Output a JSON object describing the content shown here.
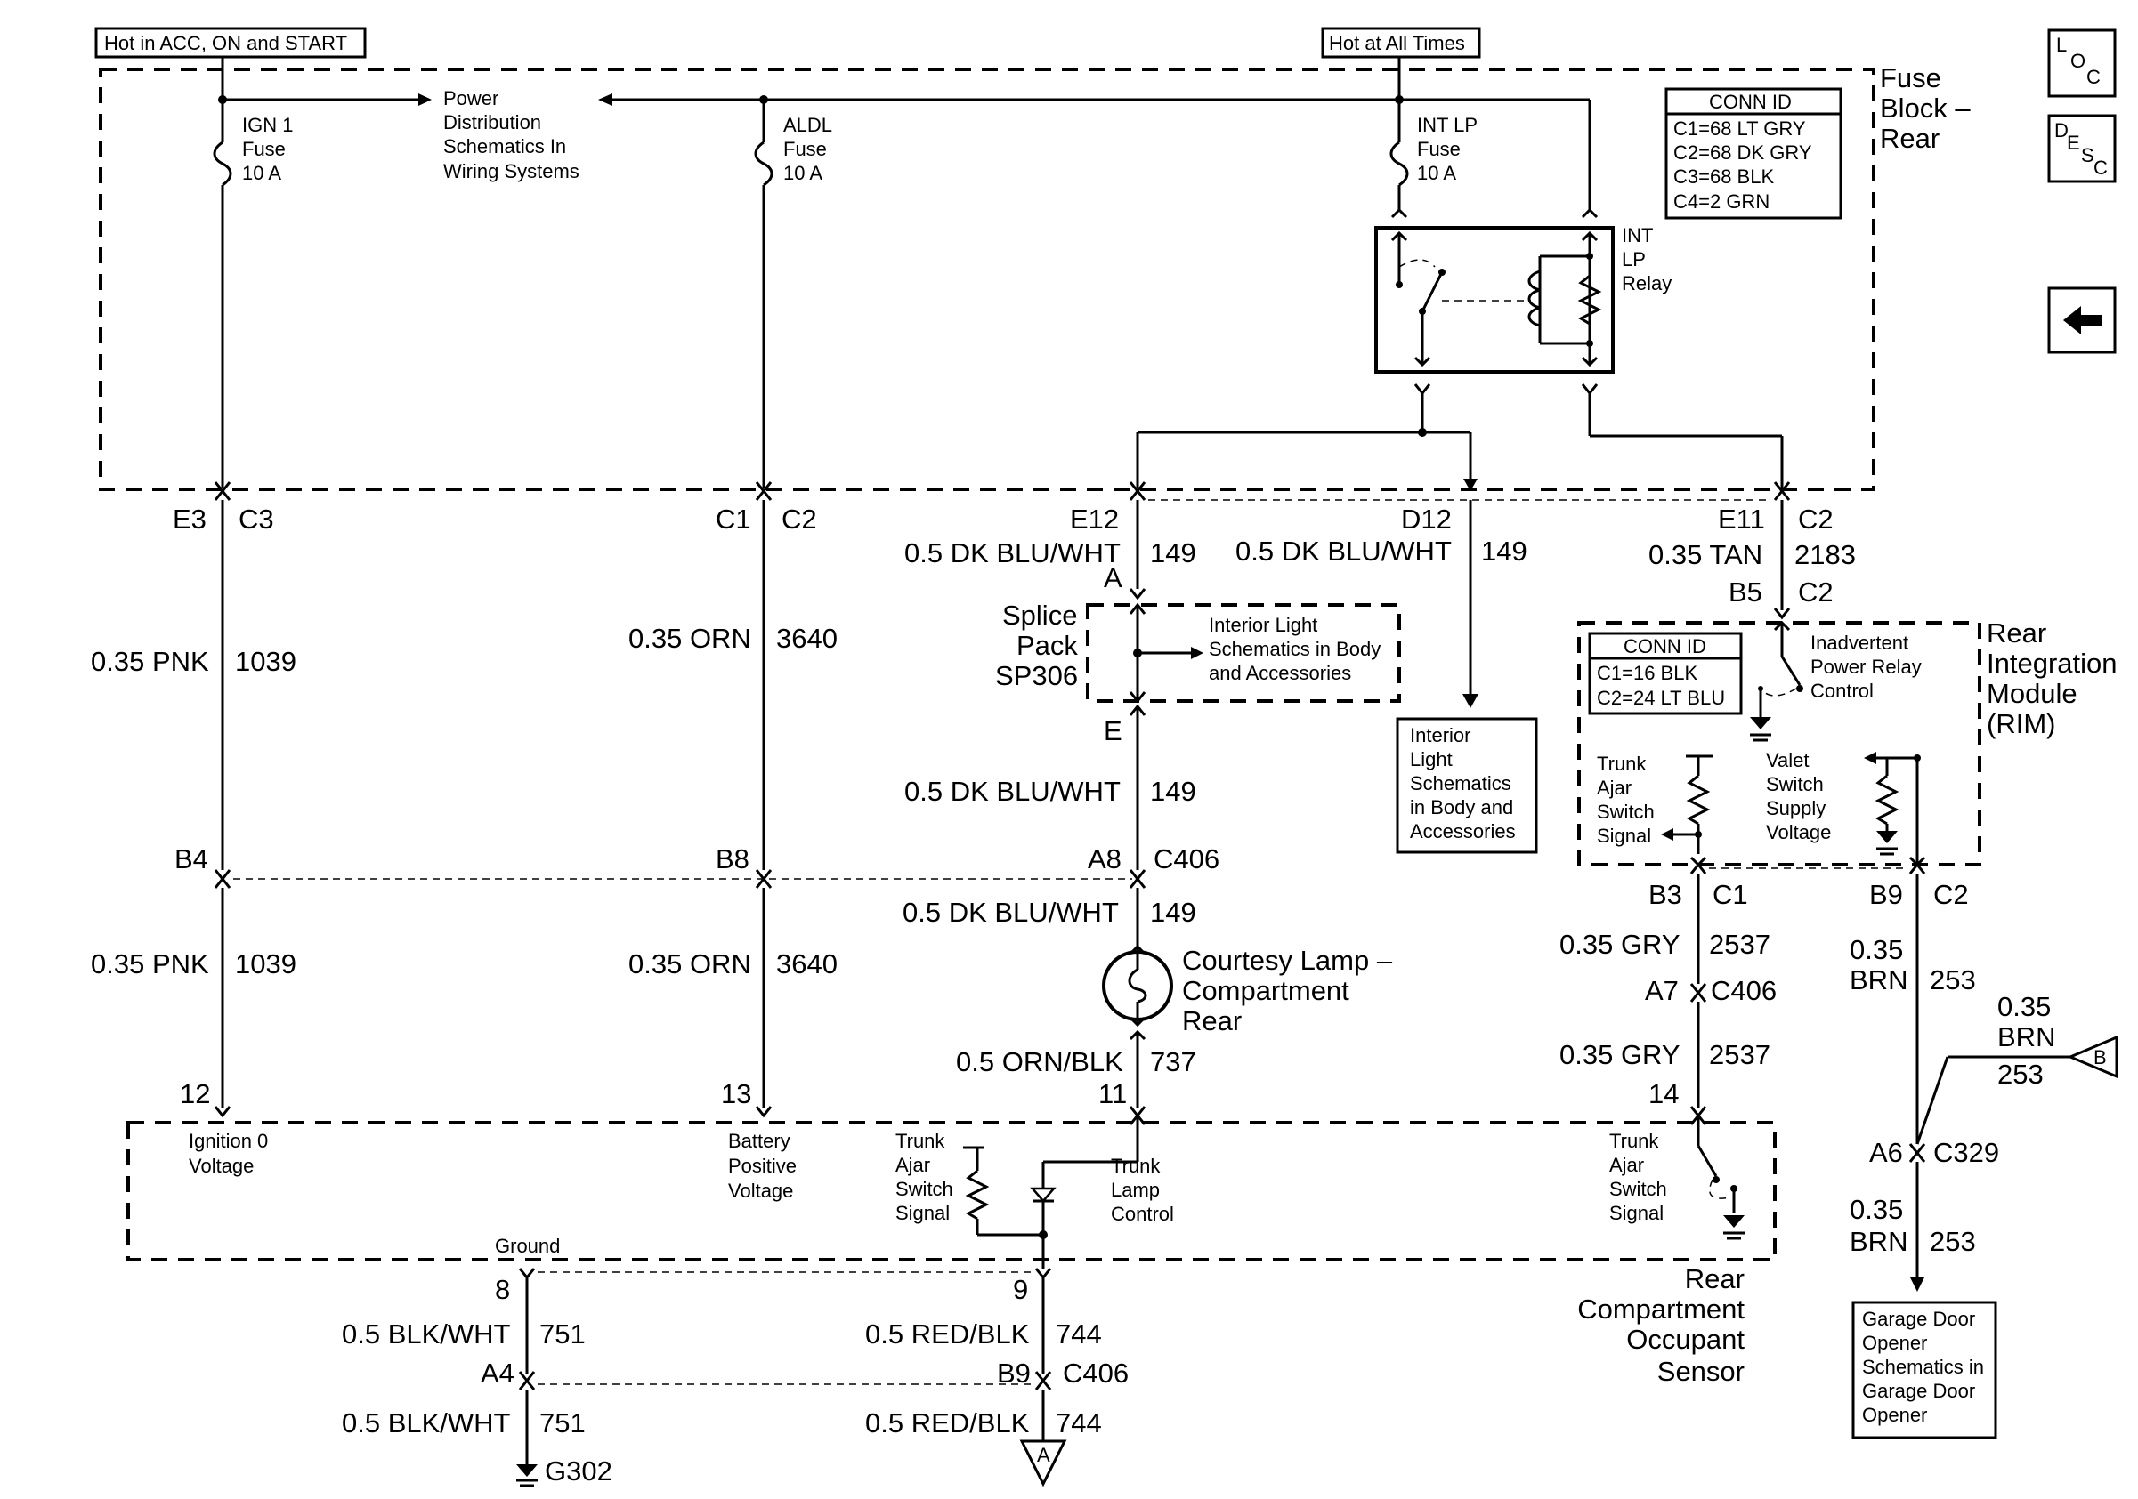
{
  "header": {
    "hot_acc": "Hot in ACC, ON and START",
    "hot_all": "Hot at All Times"
  },
  "nav": {
    "loc": {
      "l": "L",
      "o": "O",
      "c": "C"
    },
    "desc": {
      "d": "D",
      "e": "E",
      "s": "S",
      "c": "C"
    },
    "back_icon": "left-arrow-icon"
  },
  "fuse_block": {
    "title_1": "Fuse",
    "title_2": "Block –",
    "title_3": "Rear",
    "conn_id_title": "CONN ID",
    "conn_ids": [
      "C1=68 LT GRY",
      "C2=68 DK GRY",
      "C3=68 BLK",
      "C4=2 GRN"
    ],
    "ign1": [
      "IGN 1",
      "Fuse",
      "10 A"
    ],
    "aldl": [
      "ALDL",
      "Fuse",
      "10 A"
    ],
    "intlp": [
      "INT LP",
      "Fuse",
      "10 A"
    ],
    "power_dist": [
      "Power",
      "Distribution",
      "Schematics In",
      "Wiring Systems"
    ],
    "relay": [
      "INT",
      "LP",
      "Relay"
    ]
  },
  "connectors": {
    "e3": "E3",
    "c3": "C3",
    "c1": "C1",
    "c2": "C2",
    "e12": "E12",
    "d12": "D12",
    "e11": "E11",
    "c2b": "C2",
    "b4": "B4",
    "b8": "B8",
    "a8": "A8",
    "c406": "C406",
    "a": "A",
    "e": "E",
    "b5": "B5",
    "c2c": "C2",
    "b3": "B3",
    "c1b": "C1",
    "b9": "B9",
    "c2d": "C2",
    "a7": "A7",
    "c406b": "C406",
    "a6": "A6",
    "c329": "C329",
    "p12": "12",
    "p13": "13",
    "p11": "11",
    "p14": "14",
    "p8": "8",
    "p9": "9",
    "a4": "A4",
    "b9b": "B9",
    "c406c": "C406"
  },
  "wires": {
    "pnk_top": {
      "color": "0.35 PNK",
      "circuit": "1039"
    },
    "orn_top": {
      "color": "0.35 ORN",
      "circuit": "3640"
    },
    "pnk_bot": {
      "color": "0.35 PNK",
      "circuit": "1039"
    },
    "orn_bot": {
      "color": "0.35 ORN",
      "circuit": "3640"
    },
    "blu_1": {
      "color": "0.5 DK BLU/WHT",
      "circuit": "149"
    },
    "blu_2": {
      "color": "0.5 DK BLU/WHT",
      "circuit": "149"
    },
    "blu_3": {
      "color": "0.5 DK BLU/WHT",
      "circuit": "149"
    },
    "blu_4": {
      "color": "0.5 DK BLU/WHT",
      "circuit": "149"
    },
    "orn_blk": {
      "color": "0.5 ORN/BLK",
      "circuit": "737"
    },
    "tan": {
      "color": "0.35 TAN",
      "circuit": "2183"
    },
    "gry_1": {
      "color": "0.35 GRY",
      "circuit": "2537"
    },
    "gry_2": {
      "color": "0.35 GRY",
      "circuit": "2537"
    },
    "brn_1": {
      "color_a": "0.35",
      "color_b": "BRN",
      "circuit": "253"
    },
    "brn_2": {
      "color_a": "0.35",
      "color_b": "BRN",
      "circuit": "253"
    },
    "brn_3": {
      "color_a": "0.35",
      "color_b": "BRN",
      "circuit": "253"
    },
    "blk_wht_1": {
      "color": "0.5 BLK/WHT",
      "circuit": "751"
    },
    "blk_wht_2": {
      "color": "0.5 BLK/WHT",
      "circuit": "751"
    },
    "red_blk_1": {
      "color": "0.5 RED/BLK",
      "circuit": "744"
    },
    "red_blk_2": {
      "color": "0.5 RED/BLK",
      "circuit": "744"
    }
  },
  "splice": {
    "name": [
      "Splice",
      "Pack",
      "SP306"
    ],
    "ref": [
      "Interior Light",
      "Schematics in Body",
      "and Accessories"
    ]
  },
  "interior_box": [
    "Interior",
    "Light",
    "Schematics",
    "in Body and",
    "Accessories"
  ],
  "courtesy": [
    "Courtesy Lamp –",
    "Compartment",
    "Rear"
  ],
  "rim": {
    "title": [
      "Rear",
      "Integration",
      "Module",
      "(RIM)"
    ],
    "conn_id_title": "CONN ID",
    "conn_ids": [
      "C1=16 BLK",
      "C2=24 LT BLU"
    ],
    "inadvertent": [
      "Inadvertent",
      "Power Relay",
      "Control"
    ],
    "trunk": [
      "Trunk",
      "Ajar",
      "Switch",
      "Signal"
    ],
    "valet": [
      "Valet",
      "Switch",
      "Supply",
      "Voltage"
    ]
  },
  "sensor": {
    "ign_voltage": [
      "Ignition 0",
      "Voltage"
    ],
    "battery": [
      "Battery",
      "Positive",
      "Voltage"
    ],
    "trunk_left": [
      "Trunk",
      "Ajar",
      "Switch",
      "Signal"
    ],
    "trunk_lamp": [
      "Trunk",
      "Lamp",
      "Control"
    ],
    "trunk_right": [
      "Trunk",
      "Ajar",
      "Switch",
      "Signal"
    ],
    "ground": "Ground",
    "title": [
      "Rear",
      "Compartment",
      "Occupant",
      "Sensor"
    ]
  },
  "ground_id": "G302",
  "refs": {
    "a": "A",
    "b": "B"
  },
  "garage": [
    "Garage Door",
    "Opener",
    "Schematics in",
    "Garage Door",
    "Opener"
  ]
}
